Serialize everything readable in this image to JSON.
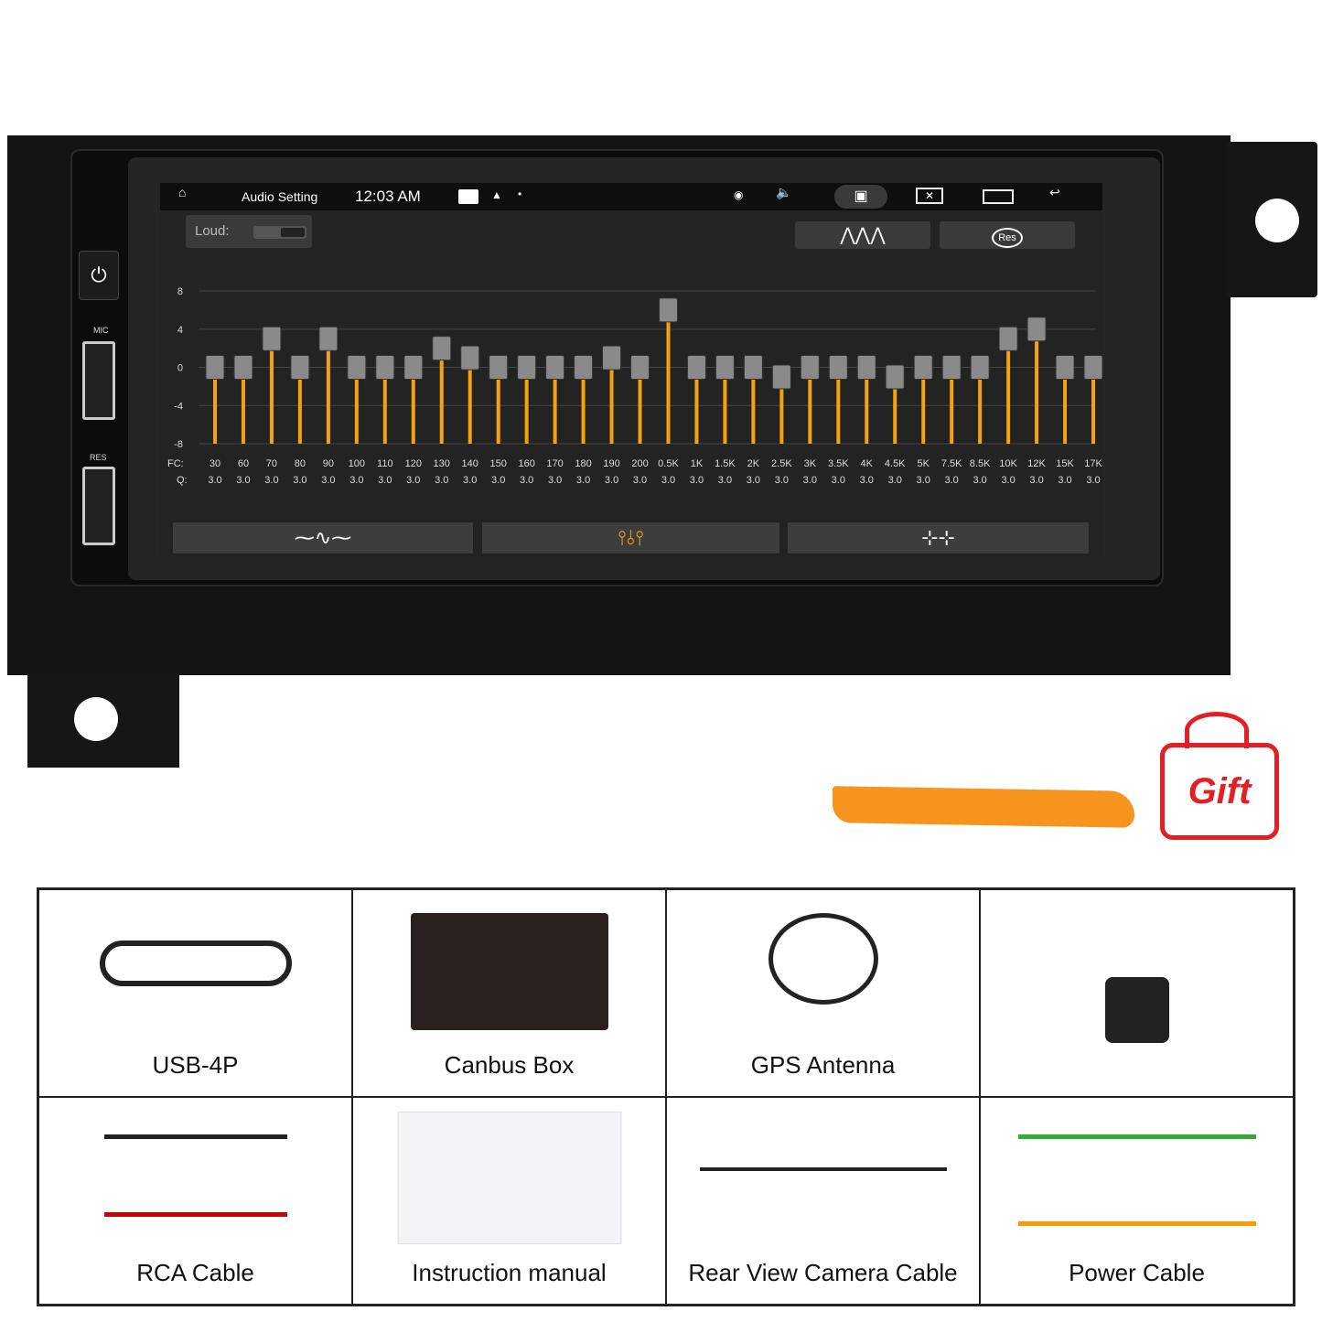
{
  "status_bar": {
    "title": "Audio Setting",
    "time": "12:03 AM",
    "icons": [
      "home-icon",
      "image-icon",
      "android-icon",
      "dot-icon",
      "location-icon",
      "volume-icon",
      "camera-icon",
      "close-icon",
      "recent-apps-icon",
      "back-icon"
    ]
  },
  "loud": {
    "label": "Loud:",
    "state": "off"
  },
  "top_buttons": [
    {
      "icon": "waveform-icon"
    },
    {
      "icon": "reset-icon",
      "text": "Res"
    }
  ],
  "side_labels": {
    "mic": "MIC",
    "res": "RES"
  },
  "chart_data": {
    "type": "bar",
    "ylim": [
      -8,
      8
    ],
    "yticks": [
      "8",
      "4",
      "0",
      "-4",
      "-8"
    ],
    "x_prefix": "FC:",
    "q_prefix": "Q:",
    "categories": [
      "30",
      "60",
      "70",
      "80",
      "90",
      "100",
      "110",
      "120",
      "130",
      "140",
      "150",
      "160",
      "170",
      "180",
      "190",
      "200",
      "0.5K",
      "1K",
      "1.5K",
      "2K",
      "2.5K",
      "3K",
      "3.5K",
      "4K",
      "4.5K",
      "5K",
      "7.5K",
      "8.5K",
      "10K",
      "12K",
      "15K",
      "17K"
    ],
    "values": [
      0,
      0,
      3,
      0,
      3,
      0,
      0,
      0,
      2,
      1,
      0,
      0,
      0,
      0,
      1,
      0,
      6,
      0,
      0,
      0,
      -1,
      0,
      0,
      0,
      -1,
      0,
      0,
      0,
      3,
      4,
      0,
      0
    ],
    "q": [
      "3.0",
      "3.0",
      "3.0",
      "3.0",
      "3.0",
      "3.0",
      "3.0",
      "3.0",
      "3.0",
      "3.0",
      "3.0",
      "3.0",
      "3.0",
      "3.0",
      "3.0",
      "3.0",
      "3.0",
      "3.0",
      "3.0",
      "3.0",
      "3.0",
      "3.0",
      "3.0",
      "3.0",
      "3.0",
      "3.0",
      "3.0",
      "3.0",
      "3.0",
      "3.0",
      "3.0",
      "3.0"
    ],
    "bar_color": "#f5a20f"
  },
  "bottom_tabs": [
    {
      "icon": "pulse-icon",
      "active": false
    },
    {
      "icon": "equalizer-icon",
      "active": true
    },
    {
      "icon": "balance-icon",
      "active": false
    }
  ],
  "accent": "#f5a20f",
  "gift_text": "Gift",
  "accessories": [
    "USB-4P",
    "Canbus Box",
    "GPS Antenna",
    "",
    "RCA Cable",
    "Instruction manual",
    "Rear View Camera Cable",
    "Power Cable"
  ]
}
